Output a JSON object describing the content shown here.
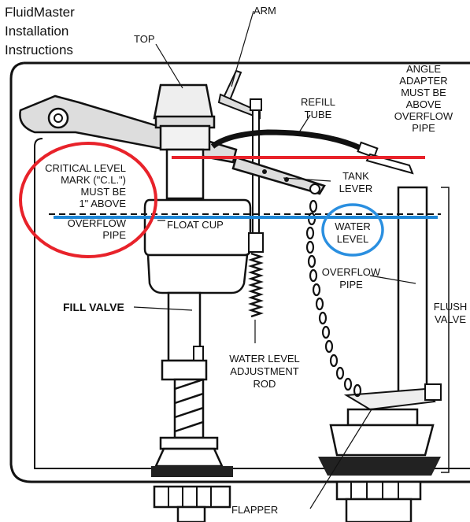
{
  "title_lines": [
    "FluidMaster",
    "Installation",
    "Instructions"
  ],
  "labels": {
    "arm": "ARM",
    "top": "TOP",
    "refill_tube": [
      "REFILL",
      "TUBE"
    ],
    "angle_adapter": [
      "ANGLE",
      "ADAPTER",
      "MUST BE",
      "ABOVE",
      "OVERFLOW",
      "PIPE"
    ],
    "critical_level": [
      "CRITICAL LEVEL",
      "MARK (\"C.L.\")",
      "MUST BE",
      "1\" ABOVE",
      "OVERFLOW",
      "PIPE"
    ],
    "tank_lever": [
      "TANK",
      "LEVER"
    ],
    "float_cup": "FLOAT CUP",
    "water_level": [
      "WATER",
      "LEVEL"
    ],
    "overflow_pipe": [
      "OVERFLOW",
      "PIPE"
    ],
    "fill_valve": "FILL VALVE",
    "flush_valve": [
      "FLUSH",
      "VALVE"
    ],
    "water_level_rod": [
      "WATER LEVEL",
      "ADJUSTMENT",
      "ROD"
    ],
    "flapper": "FLAPPER"
  },
  "colors": {
    "red_line": "#e8222a",
    "blue_line": "#1e86d6",
    "red_circle": "#e8222a",
    "blue_circle": "#2a8fe0"
  }
}
